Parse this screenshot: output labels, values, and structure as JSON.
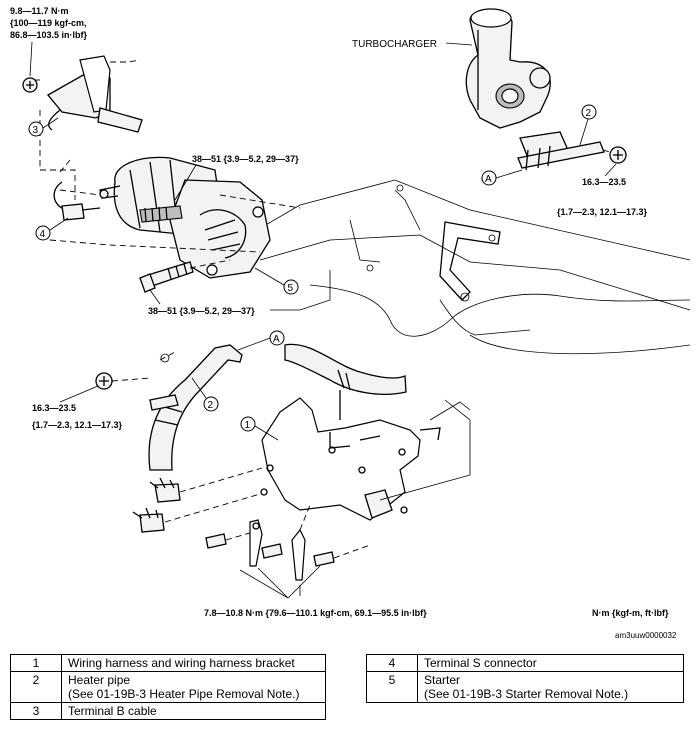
{
  "labels": {
    "torque_top_left_1": "9.8—11.7 N·m",
    "torque_top_left_2": "{100—119 kgf-cm,",
    "torque_top_left_3": "86.8—103.5 in·lbf}",
    "turbocharger": "TURBOCHARGER",
    "torque_upper_mid": "38—51 {3.9—5.2, 29—37}",
    "torque_lower_mid": "38—51 {3.9—5.2, 29—37}",
    "torque_right_1": "16.3—23.5",
    "torque_right_2": "{1.7—2.3, 12.1—17.3}",
    "torque_left_1": "16.3—23.5",
    "torque_left_2": "{1.7—2.3, 12.1—17.3}",
    "torque_bottom": "7.8—10.8 N·m {79.6—110.1 kgf-cm, 69.1—95.5 in·lbf}",
    "units": "N·m {kgf-m, ft·lbf}",
    "figure_id": "am3uuw0000032",
    "callout_1": "1",
    "callout_2a": "2",
    "callout_2b": "2",
    "callout_3": "3",
    "callout_4": "4",
    "callout_5": "5",
    "callout_a1": "A",
    "callout_a2": "A"
  },
  "legend_left": [
    {
      "num": "1",
      "text": "Wiring harness and wiring harness bracket",
      "sub": ""
    },
    {
      "num": "2",
      "text": "Heater pipe",
      "sub": "(See 01-19B-3 Heater Pipe Removal Note.)"
    },
    {
      "num": "3",
      "text": "Terminal B cable",
      "sub": ""
    }
  ],
  "legend_right": [
    {
      "num": "4",
      "text": "Terminal S connector",
      "sub": ""
    },
    {
      "num": "5",
      "text": "Starter",
      "sub": "(See 01-19B-3 Starter Removal Note.)"
    }
  ]
}
